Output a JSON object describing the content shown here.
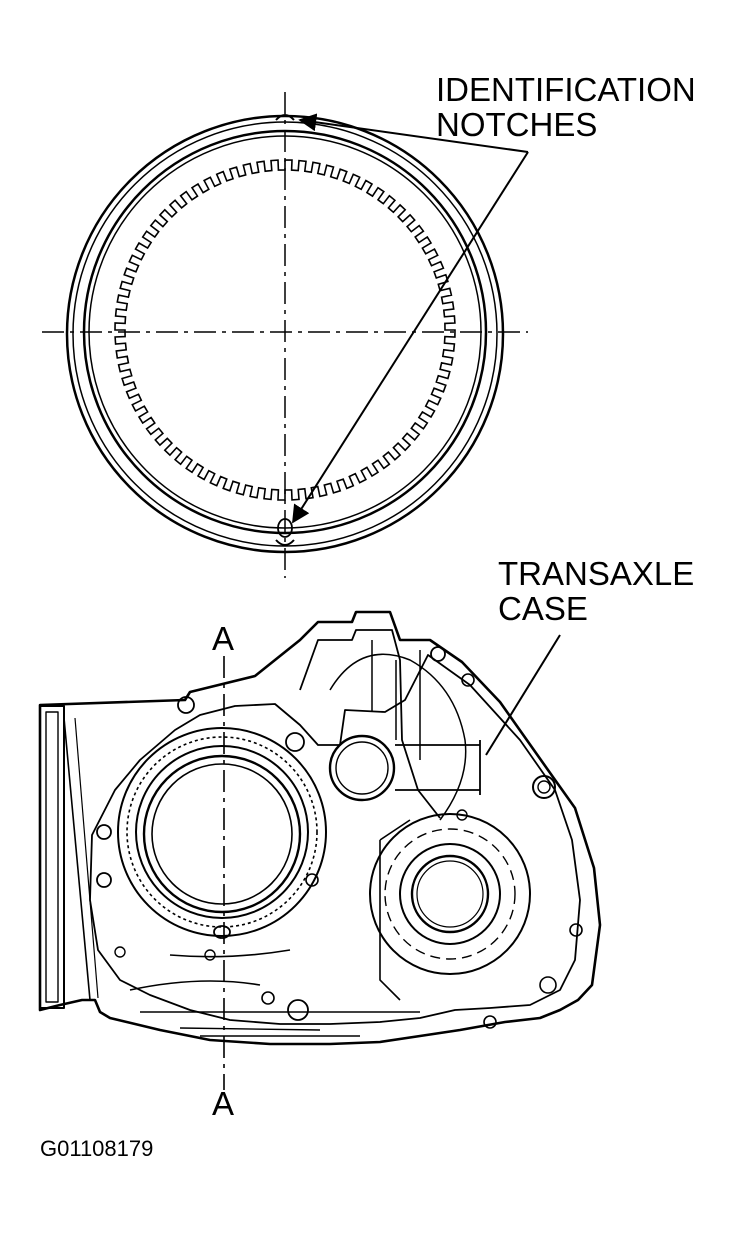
{
  "labels": {
    "notches_line1": "IDENTIFICATION",
    "notches_line2": "NOTCHES",
    "case_line1": "TRANSAXLE",
    "case_line2": "CASE",
    "section_top": "A",
    "section_bottom": "A",
    "figure_id": "G01108179"
  },
  "colors": {
    "ink": "#000000",
    "paper": "#ffffff"
  }
}
